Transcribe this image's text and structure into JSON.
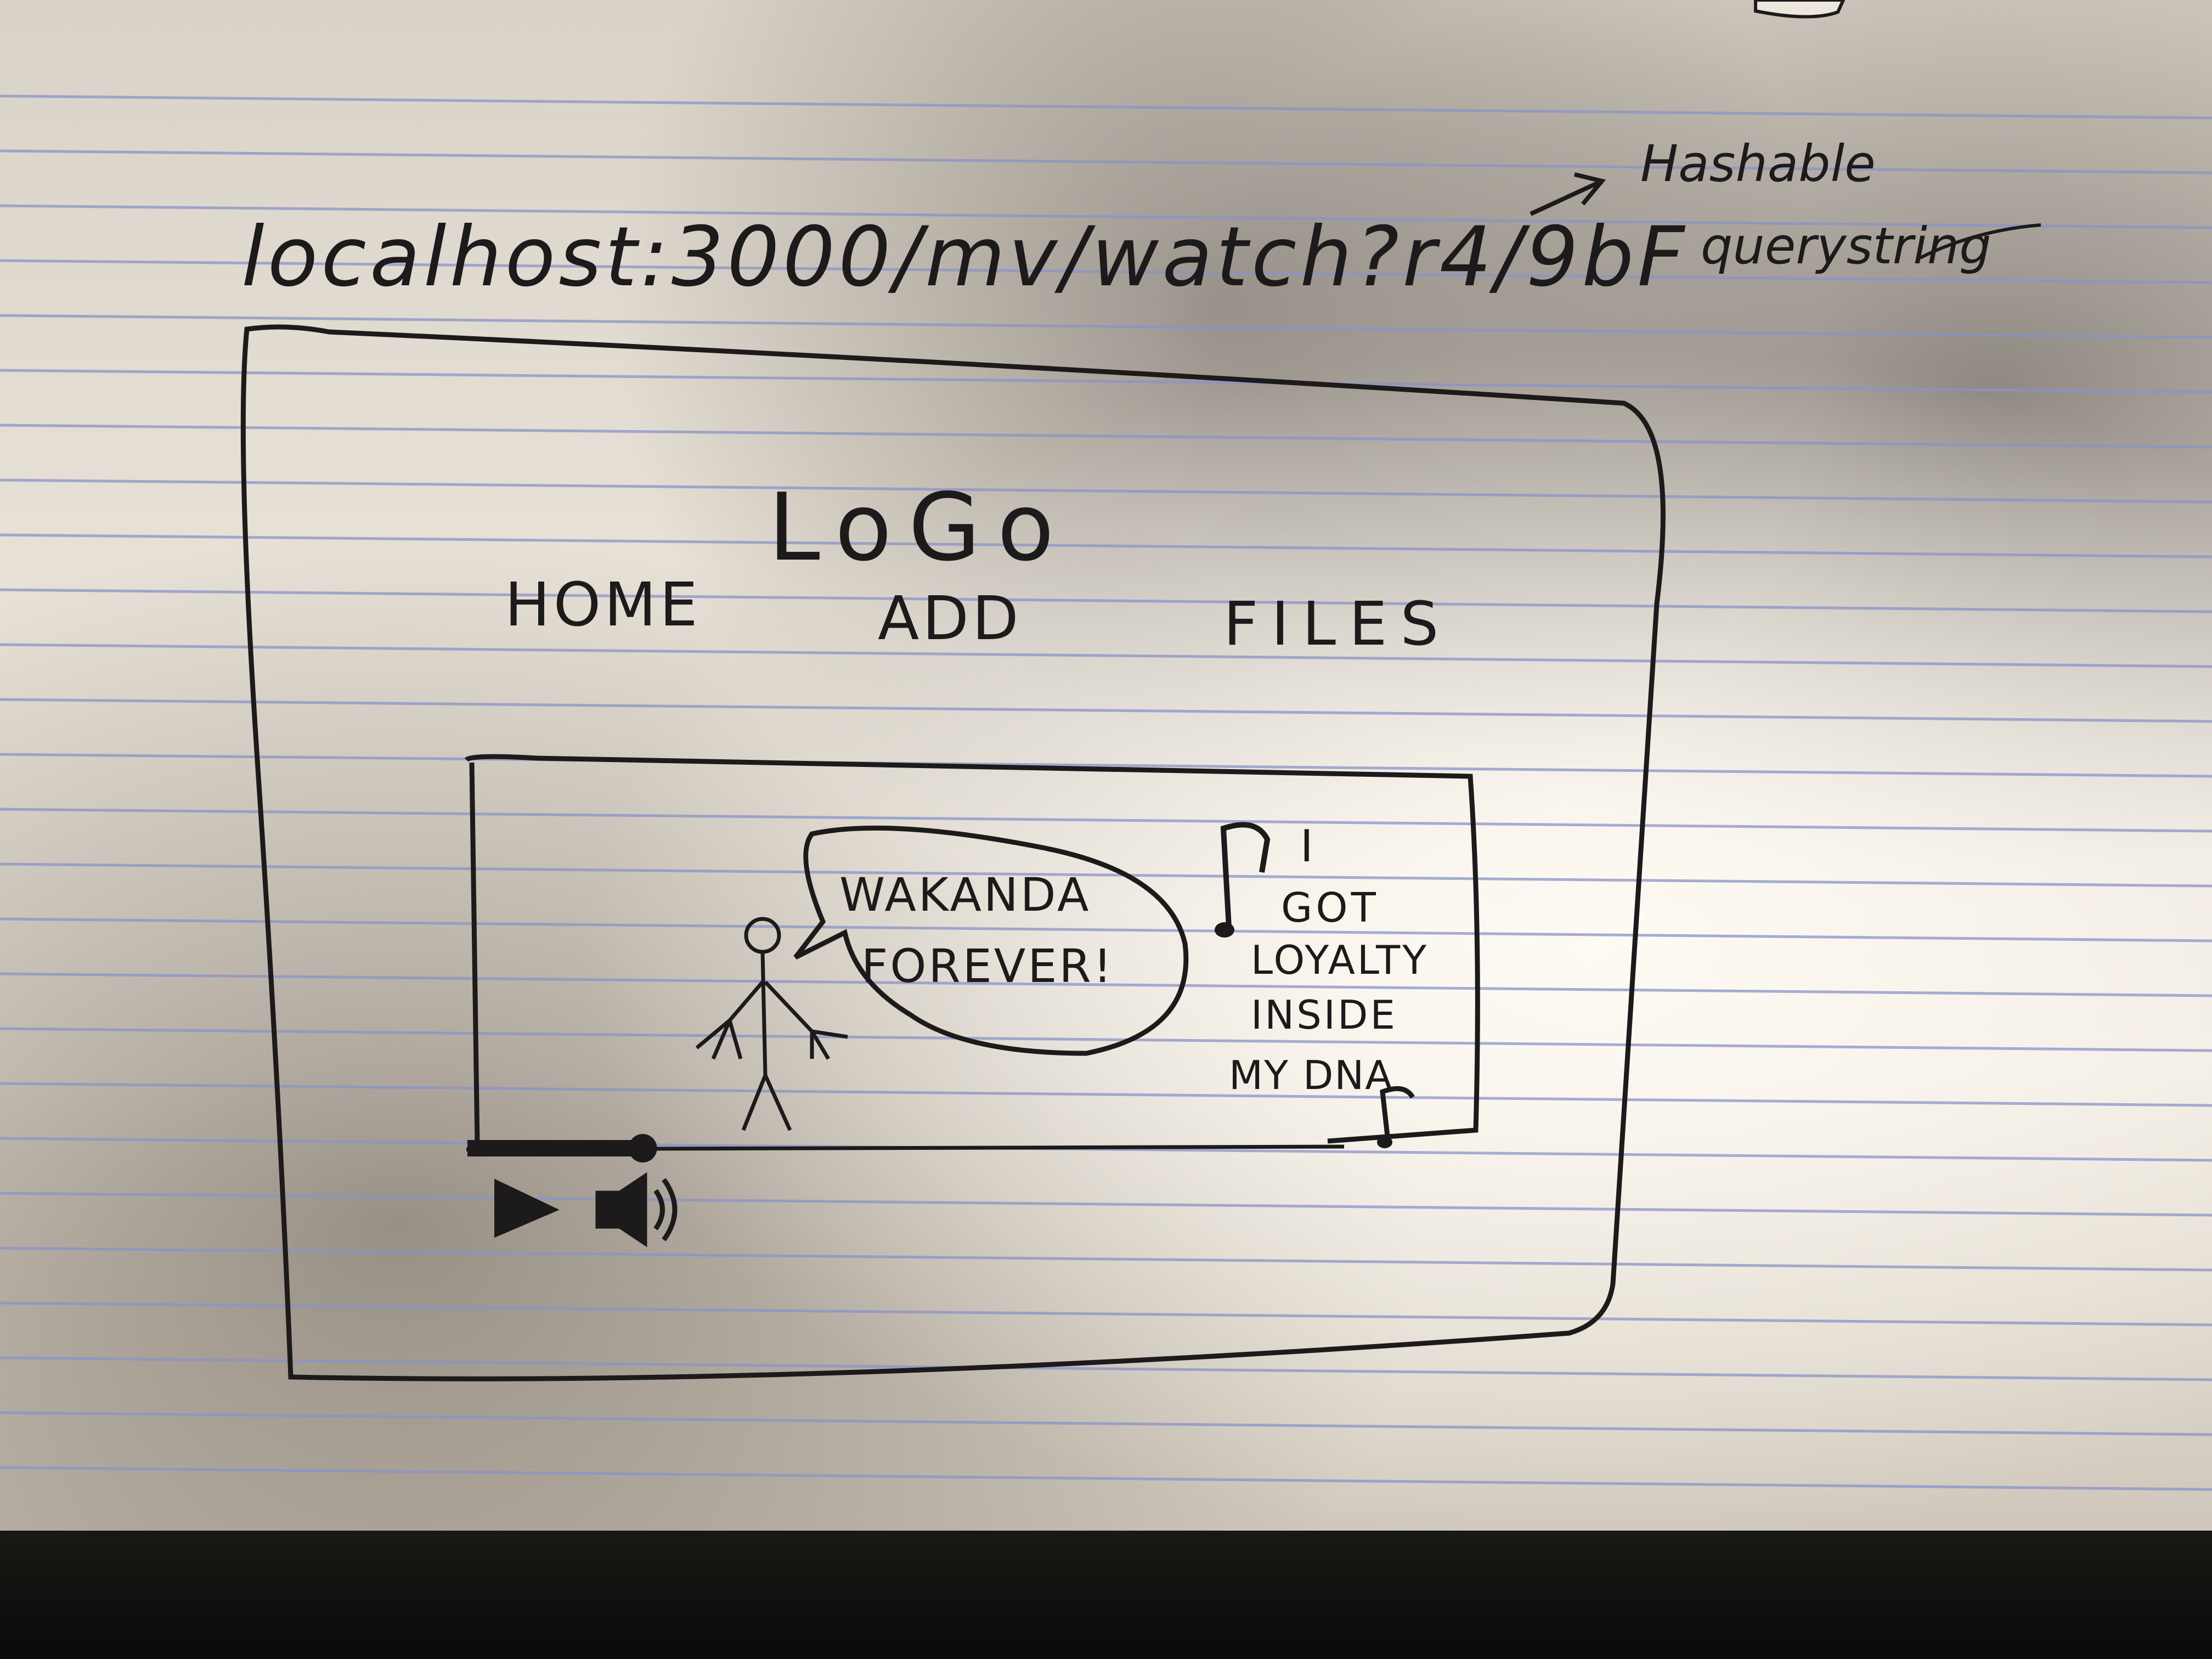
{
  "url_note": {
    "url": "localhost:3000/mv/watch?r4/9bF",
    "annotation": "Hashable querystring"
  },
  "wireframe": {
    "logo": "LoGo",
    "nav": {
      "home": "HOME",
      "add": "ADD",
      "files": "FILES"
    },
    "video": {
      "speech_bubble": [
        "WAKANDA",
        "FOREVER!"
      ],
      "lyrics": [
        "I",
        "GOT",
        "LOYALTY",
        "INSIDE",
        "MY DNA"
      ],
      "progress": 0.2,
      "controls": {
        "play_icon": "play-icon",
        "volume_icon": "volume-icon"
      }
    }
  },
  "colors": {
    "ink": "#1c1a1a",
    "rule_line": "#8a93c9",
    "margin_line": "#c98a9a"
  }
}
